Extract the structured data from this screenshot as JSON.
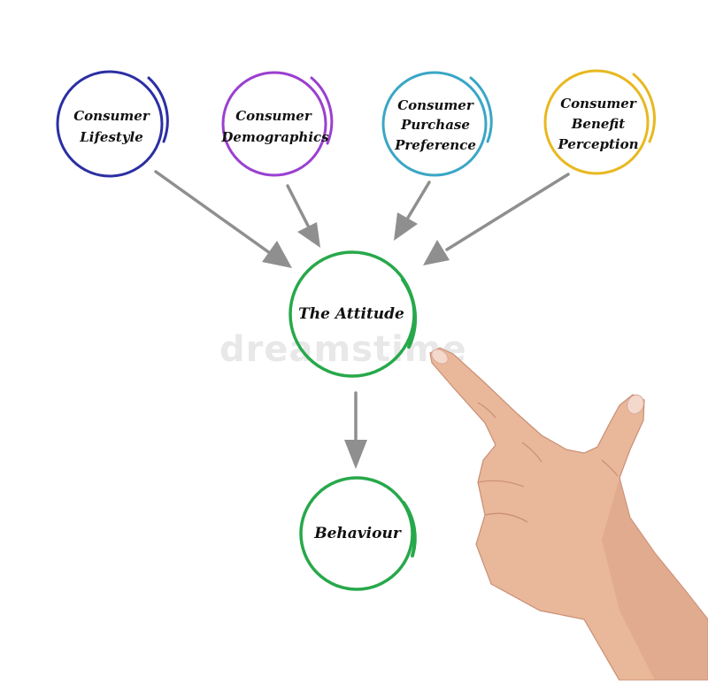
{
  "nodes": {
    "lifestyle": {
      "lines": [
        "Consumer",
        "Lifestyle"
      ],
      "color": "#2b2fa3"
    },
    "demographics": {
      "lines": [
        "Consumer",
        "Demographics"
      ],
      "color": "#9b3fd0"
    },
    "purchase_preference": {
      "lines": [
        "Consumer",
        "Purchase",
        "Preference"
      ],
      "color": "#3aa6c6"
    },
    "benefit_perception": {
      "lines": [
        "Consumer",
        "Benefit",
        "Perception"
      ],
      "color": "#e8b820"
    },
    "attitude": {
      "lines": [
        "The Attitude"
      ],
      "color": "#27a84a"
    },
    "behaviour": {
      "lines": [
        "Behaviour"
      ],
      "color": "#27a84a"
    }
  },
  "watermark": "dreamstime",
  "colors": {
    "arrow": "#8f8f8f",
    "skin": "#e9b79a",
    "nail": "#f4d8cc"
  }
}
